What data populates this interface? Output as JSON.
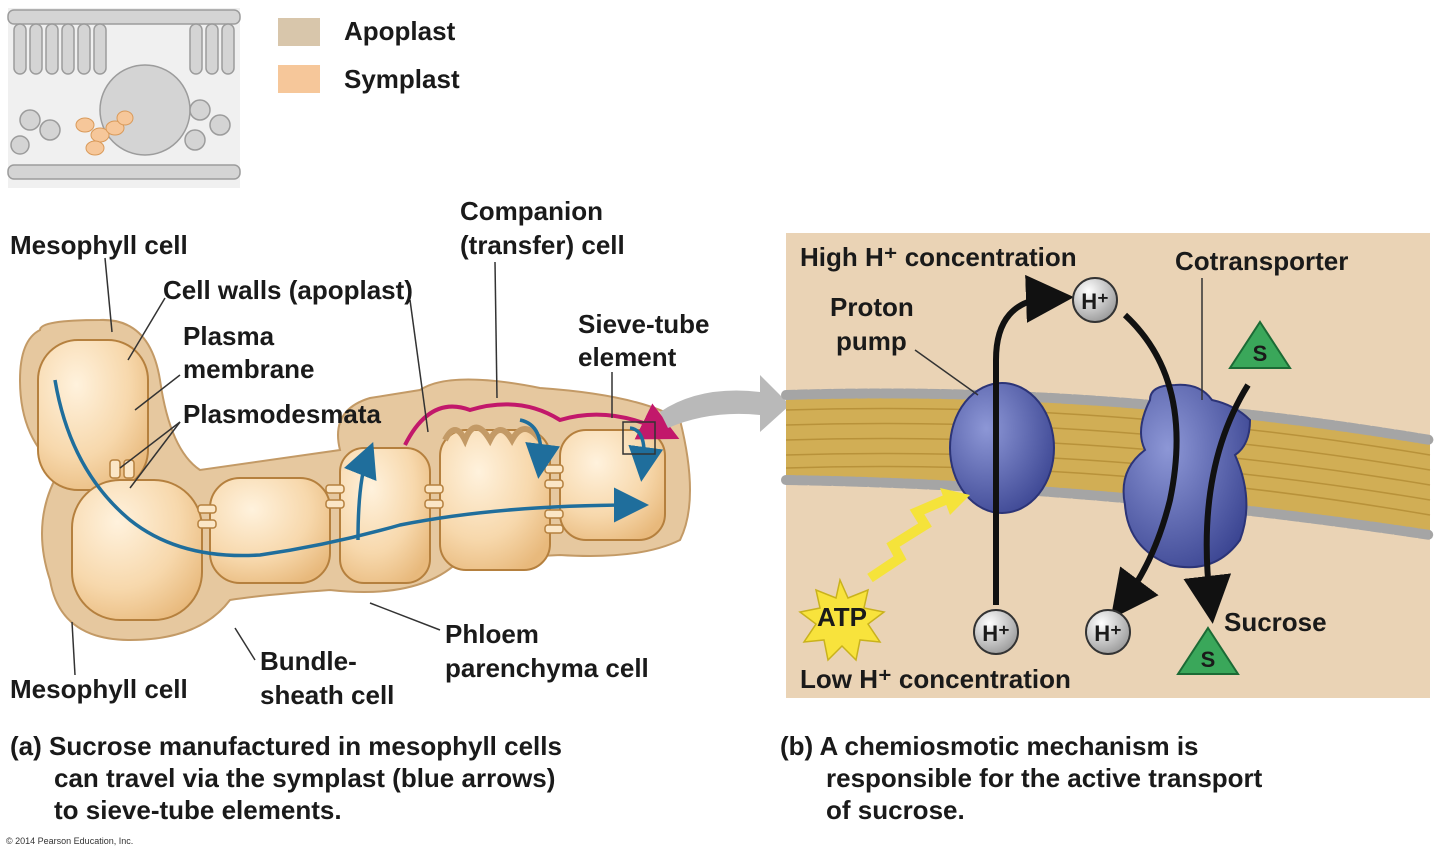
{
  "legend": {
    "apoplast": "Apoplast",
    "symplast": "Symplast",
    "apoplast_color": "#d8c6ab",
    "symplast_color": "#f6c79a"
  },
  "panel_a": {
    "labels": {
      "mesophyll_top": "Mesophyll cell",
      "cell_walls": "Cell walls (apoplast)",
      "plasma_1": "Plasma",
      "plasma_2": "membrane",
      "plasmodesmata": "Plasmodesmata",
      "companion_1": "Companion",
      "companion_2": "(transfer) cell",
      "sieve_1": "Sieve-tube",
      "sieve_2": "element",
      "mesophyll_bottom": "Mesophyll cell",
      "bundle_1": "Bundle-",
      "bundle_2": "sheath cell",
      "phloem_1": "Phloem",
      "phloem_2": "parenchyma cell"
    },
    "caption": {
      "line1": "(a) Sucrose manufactured in mesophyll cells",
      "line2": "can travel via the symplast (blue arrows)",
      "line3": "to sieve-tube elements."
    }
  },
  "panel_b": {
    "labels": {
      "high": "High H⁺ concentration",
      "low": "Low H⁺ concentration",
      "cotransporter": "Cotransporter",
      "proton_1": "Proton",
      "proton_2": "pump",
      "atp": "ATP",
      "sucrose": "Sucrose",
      "h_ion": "H⁺",
      "s_symbol": "S"
    },
    "caption": {
      "line1": "(b) A chemiosmotic mechanism is",
      "line2": "responsible for the active transport",
      "line3": "of sucrose."
    }
  },
  "copyright": "© 2014 Pearson Education, Inc.",
  "colors": {
    "blue_arrow": "#1f6e9c",
    "magenta_arrow": "#c2186b",
    "protein": "#4a55a5",
    "membrane": "#cfab4e",
    "panel_bg": "#ead3b5"
  }
}
